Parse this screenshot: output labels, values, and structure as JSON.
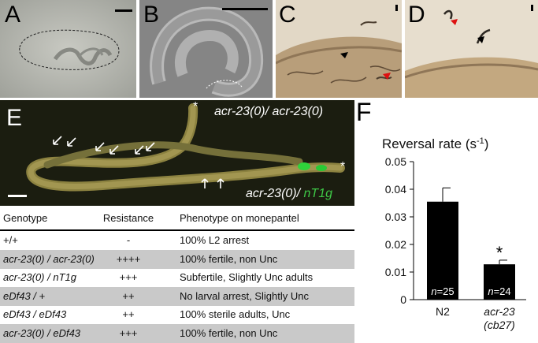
{
  "panels": {
    "A": {
      "label": "A"
    },
    "B": {
      "label": "B"
    },
    "C": {
      "label": "C"
    },
    "D": {
      "label": "D"
    },
    "E": {
      "label": "E",
      "genotype_top": "acr-23(0)/ acr-23(0)",
      "genotype_bottom_prefix": "acr-23(0)/ ",
      "genotype_bottom_marker": "nT1g",
      "asterisk": "*"
    },
    "F": {
      "label": "F"
    }
  },
  "table": {
    "headers": [
      "Genotype",
      "Resistance",
      "Phenotype on monepantel"
    ],
    "rows": [
      {
        "genotype": "+/+",
        "resistance": "-",
        "phenotype": "100% L2 arrest"
      },
      {
        "genotype": "acr-23(0) / acr-23(0)",
        "resistance": "++++",
        "phenotype": "100% fertile, non Unc"
      },
      {
        "genotype": "acr-23(0) / nT1g",
        "resistance": "+++",
        "phenotype": "Subfertile, Slightly Unc adults"
      },
      {
        "genotype": "eDf43 / +",
        "resistance": "++",
        "phenotype": "No larval arrest, Slightly Unc"
      },
      {
        "genotype": "eDf43 / eDf43",
        "resistance": "++",
        "phenotype": "100% sterile adults, Unc"
      },
      {
        "genotype": "acr-23(0) / eDf43",
        "resistance": "+++",
        "phenotype": "100% fertile, non Unc"
      }
    ]
  },
  "chart_data": {
    "type": "bar",
    "title": "Reversal rate (s-1)",
    "title_main": "Reversal rate (s",
    "title_sup": "-1",
    "title_close": ")",
    "categories": [
      "N2",
      "acr-23 (cb27)"
    ],
    "category_lines": [
      [
        "N2"
      ],
      [
        "acr-23",
        "(cb27)"
      ]
    ],
    "values": [
      0.0355,
      0.0128
    ],
    "errors": [
      0.005,
      0.0015
    ],
    "n_labels": [
      "n=25",
      "n=24"
    ],
    "n_prefix": "n",
    "n_values": [
      "=25",
      "=24"
    ],
    "significance": [
      "",
      "*"
    ],
    "yticks": [
      "0",
      "0.01",
      "0.02",
      "0.03",
      "0.04",
      "0.05"
    ],
    "ytick_values": [
      0,
      0.01,
      0.02,
      0.03,
      0.04,
      0.05
    ],
    "ylim": [
      0,
      0.05
    ],
    "bar_color": "#000000"
  }
}
